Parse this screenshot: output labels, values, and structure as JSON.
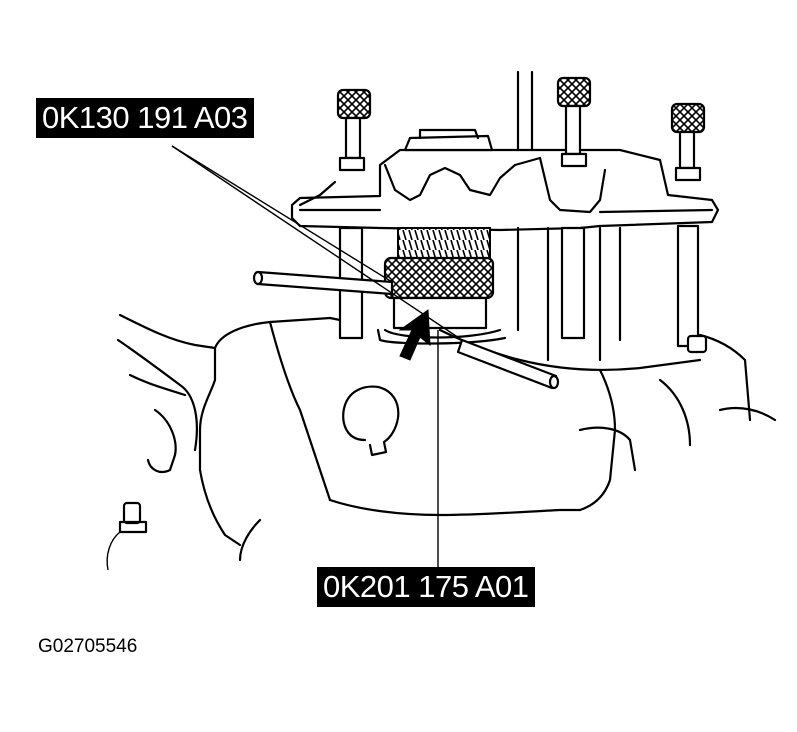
{
  "callouts": {
    "top_tool": "0K130 191 A03",
    "bottom_tool": "0K201 175 A01"
  },
  "figure_id": "G02705546",
  "colors": {
    "label_bg": "#000000",
    "label_text": "#ffffff",
    "line": "#000000"
  }
}
